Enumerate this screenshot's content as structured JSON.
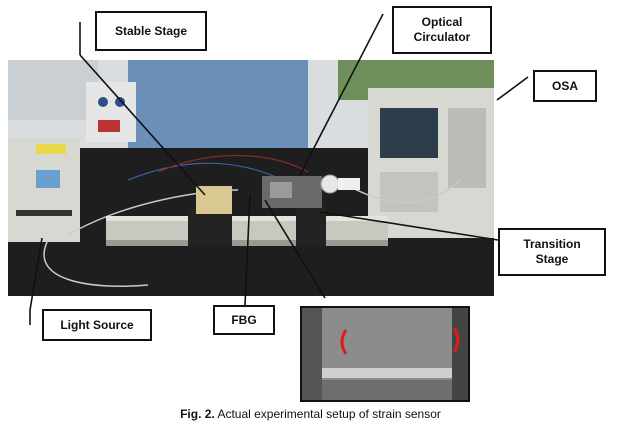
{
  "labels": {
    "stable_stage": "Stable Stage",
    "optical_circulator": "Optical\nCirculator",
    "osa": "OSA",
    "transition_stage": "Transition\nStage",
    "light_source": "Light Source",
    "fbg": "FBG"
  },
  "caption": {
    "prefix": "Fig. 2.",
    "text": "Actual experimental setup of strain sensor"
  },
  "colors": {
    "bench": "#1e1e1e",
    "wall": "#d9dde0",
    "cabinet": "#6a8fb8",
    "rail": "#c8c8c0",
    "instrument": "#d8d8d2",
    "highlight": "#e21a1a"
  }
}
